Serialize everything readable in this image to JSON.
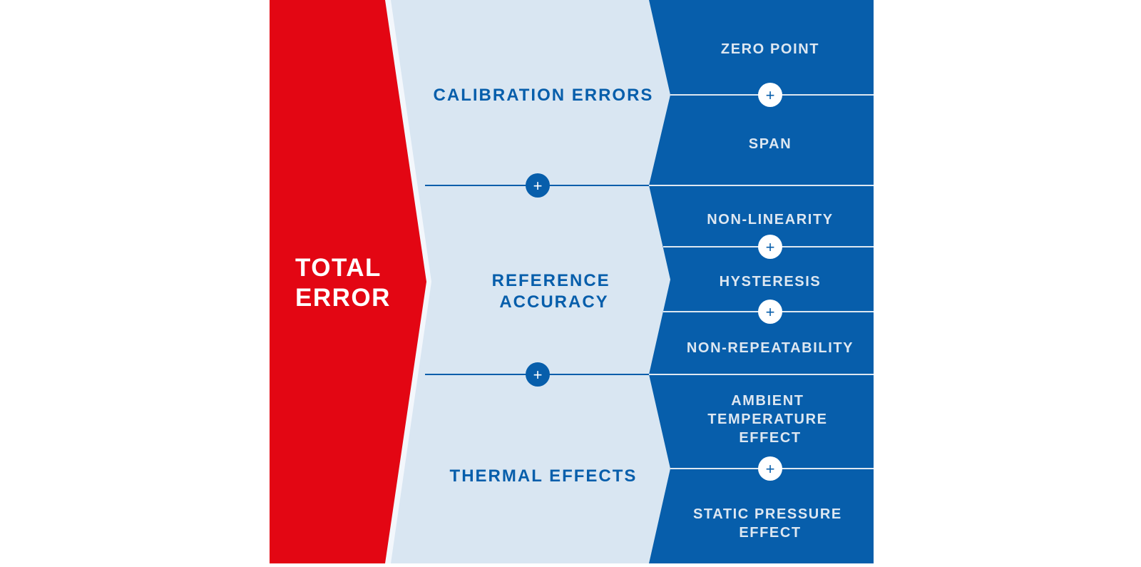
{
  "colors": {
    "red": "#E30613",
    "light_blue": "#D9E6F2",
    "dark_blue": "#075EAB",
    "white": "#FFFFFF",
    "divider_light": "#DDE7F1"
  },
  "plus_symbol": "+",
  "total": {
    "lines": [
      "TOTAL",
      "ERROR"
    ]
  },
  "categories": [
    {
      "lines": [
        "CALIBRATION ERRORS"
      ]
    },
    {
      "lines": [
        "REFERENCE",
        "ACCURACY"
      ]
    },
    {
      "lines": [
        "THERMAL EFFECTS"
      ]
    }
  ],
  "components": [
    {
      "lines": [
        "ZERO POINT"
      ]
    },
    {
      "lines": [
        "SPAN"
      ]
    },
    {
      "lines": [
        "NON-LINEARITY"
      ]
    },
    {
      "lines": [
        "HYSTERESIS"
      ]
    },
    {
      "lines": [
        "NON-REPEATABILITY"
      ]
    },
    {
      "lines": [
        "AMBIENT",
        "TEMPERATURE",
        "EFFECT"
      ]
    },
    {
      "lines": [
        "STATIC PRESSURE",
        "EFFECT"
      ]
    }
  ]
}
